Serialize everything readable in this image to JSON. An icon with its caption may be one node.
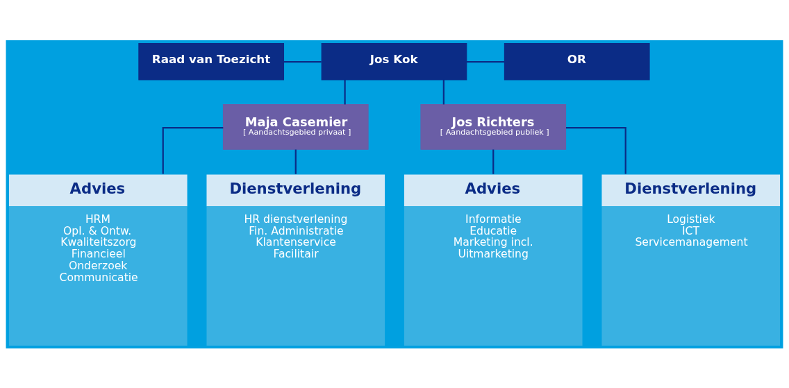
{
  "diagram": {
    "nodes": [
      {
        "text": [
          "Raad van Toezicht"
        ]
      },
      {
        "text": [
          "Jos Kok"
        ]
      },
      {
        "text": [
          "OR"
        ]
      },
      {
        "text": [
          "Maja Casemier",
          "[ Aandachtsgebied privaat ]"
        ]
      },
      {
        "text": [
          "Jos Richters",
          "[ Aandachtsgebied publiek ]"
        ]
      },
      {
        "text": [
          "Advies",
          "HRM",
          "Opl. & Ontw.",
          "Kwaliteitszorg",
          "Financieel",
          "Onderzoek",
          "Communicatie"
        ]
      },
      {
        "text": [
          "Dienstverlening",
          "HR dienstverlening",
          "Fin. Administratie",
          "Klantenservice",
          "Facilitair"
        ]
      },
      {
        "text": [
          "Advies",
          "Informatie",
          "Educatie",
          "Marketing incl.",
          "Uitmarketing"
        ]
      },
      {
        "text": [
          "Dienstverlening",
          "Logistiek",
          "ICT",
          "Servicemanagement"
        ]
      }
    ],
    "edges": [
      {
        "from": 0,
        "to": 1,
        "arrow": "none"
      },
      {
        "from": 1,
        "to": 2,
        "arrow": "none"
      },
      {
        "from": 1,
        "to": 3,
        "arrow": "none"
      },
      {
        "from": 1,
        "to": 4,
        "arrow": "none"
      },
      {
        "from": 3,
        "to": 5,
        "arrow": "none"
      },
      {
        "from": 3,
        "to": 6,
        "arrow": "none"
      },
      {
        "from": 4,
        "to": 7,
        "arrow": "none"
      },
      {
        "from": 4,
        "to": 8,
        "arrow": "none"
      }
    ]
  }
}
